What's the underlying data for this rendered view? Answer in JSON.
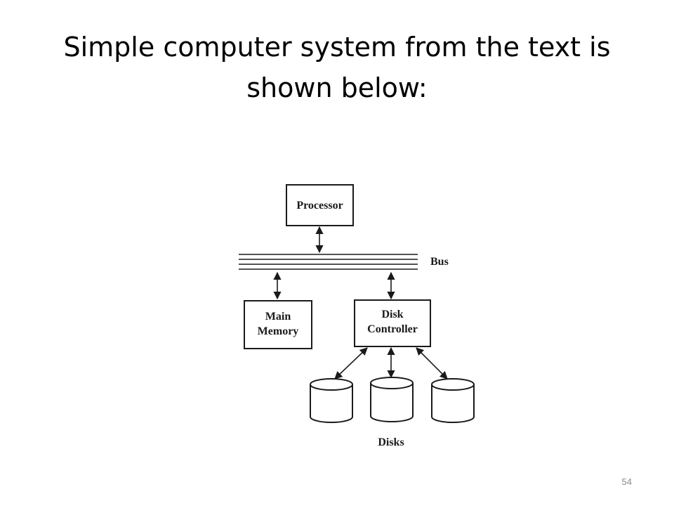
{
  "slide": {
    "title_line1": "Simple computer system from the text is",
    "title_line2": "shown below:",
    "page_number": "54"
  },
  "diagram": {
    "processor_label": "Processor",
    "bus_label": "Bus",
    "main_memory_label_line1": "Main",
    "main_memory_label_line2": "Memory",
    "disk_controller_label_line1": "Disk",
    "disk_controller_label_line2": "Controller",
    "disks_label": "Disks"
  }
}
